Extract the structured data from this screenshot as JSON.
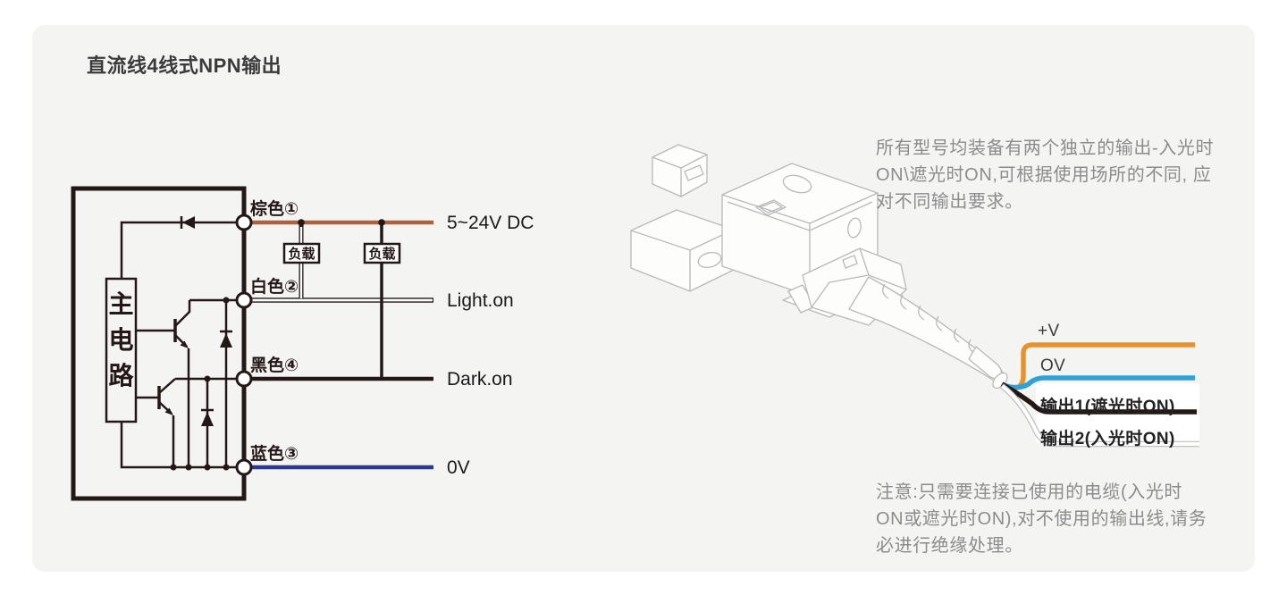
{
  "title": "直流线4线式NPN输出",
  "circuit": {
    "main_box_label": "主电路",
    "load_labels": [
      "负载",
      "负载"
    ],
    "pins": [
      {
        "wire": "棕色①",
        "signal": "5~24V DC"
      },
      {
        "wire": "白色②",
        "signal": "Light.on"
      },
      {
        "wire": "黑色④",
        "signal": "Dark.on"
      },
      {
        "wire": "蓝色③",
        "signal": "0V"
      }
    ],
    "colors": {
      "brown": "#ad613e",
      "blue": "#2b3990",
      "black": "#231815"
    }
  },
  "cable_output": {
    "wires": [
      {
        "label": "+V",
        "color": "#e8922e"
      },
      {
        "label": "OV",
        "color": "#2da2d8"
      },
      {
        "label": "输出1(遮光时ON)",
        "color": "#231815"
      },
      {
        "label": "输出2(入光时ON)",
        "color": "#ffffff"
      }
    ]
  },
  "description_lines": [
    "所有型号均装备有两个独立的输出-入光时",
    "ON\\遮光时ON,可根据使用场所的不同, 应",
    "对不同输出要求。"
  ],
  "note_lines": [
    "注意:只需要连接已使用的电缆(入光时",
    "ON或遮光时ON),对不使用的输出线,请务",
    "必进行绝缘处理。"
  ]
}
